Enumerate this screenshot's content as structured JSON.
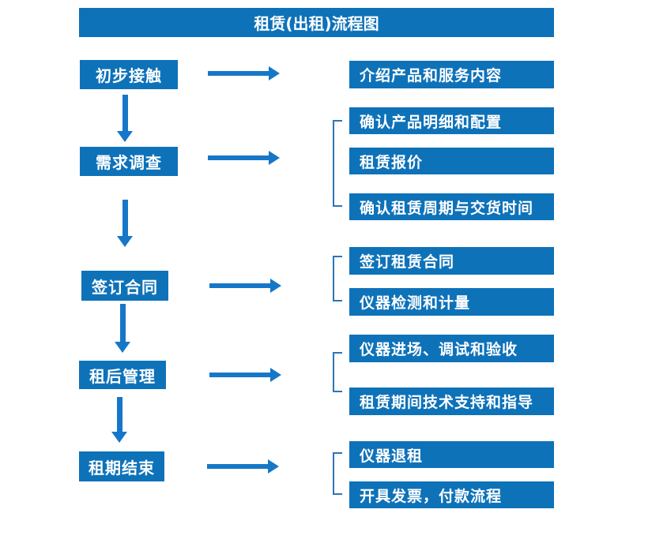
{
  "title": "租赁(出租)流程图",
  "colors": {
    "box_blue": "#0E72B9",
    "arrow_blue": "#1677C8",
    "bracket_blue": "#2E75B6",
    "box_text": "#FFFFFF",
    "background": "#FFFFFF"
  },
  "steps": [
    {
      "label": "初步接触",
      "details": [
        "介绍产品和服务内容"
      ]
    },
    {
      "label": "需求调查",
      "details": [
        "确认产品明细和配置",
        "租赁报价",
        "确认租赁周期与交货时间"
      ]
    },
    {
      "label": "签订合同",
      "details": [
        "签订租赁合同",
        "仪器检测和计量"
      ]
    },
    {
      "label": "租后管理",
      "details": [
        "仪器进场、调试和验收",
        "租赁期间技术支持和指导"
      ]
    },
    {
      "label": "租期结束",
      "details": [
        "仪器退租",
        "开具发票，付款流程"
      ]
    }
  ]
}
